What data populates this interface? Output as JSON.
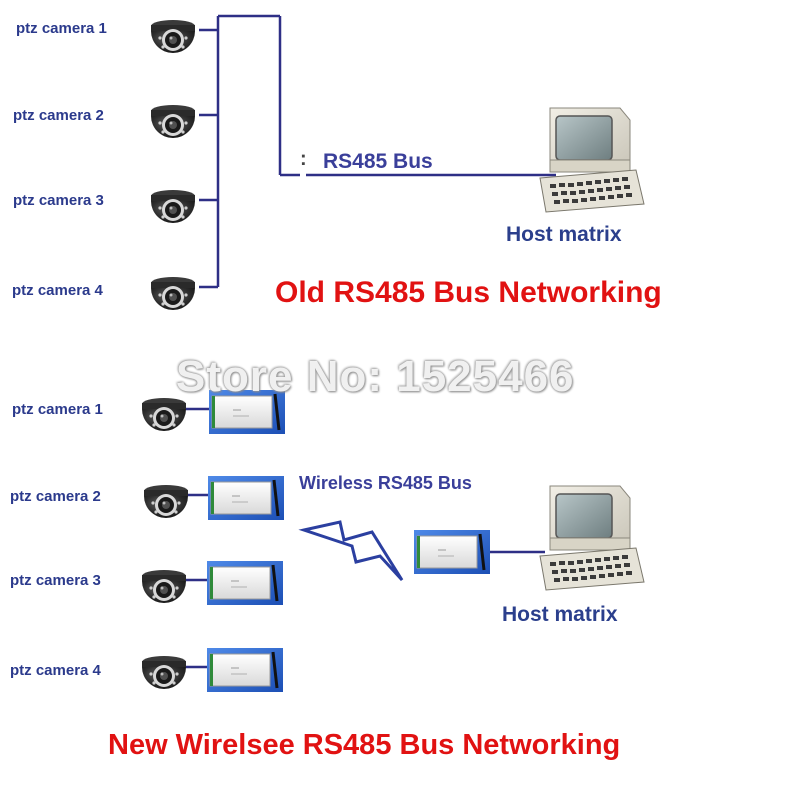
{
  "old_network": {
    "title": "Old RS485 Bus Networking",
    "bus_label": "RS485 Bus",
    "bus_marker": ":",
    "host_label": "Host matrix",
    "cameras": [
      "ptz camera 1",
      "ptz camera 2",
      "ptz camera 3",
      "ptz camera 4"
    ]
  },
  "watermark": "Store No: 1525466",
  "new_network": {
    "title": "New Wirelsee RS485 Bus Networking",
    "bus_label": "Wireless RS485 Bus",
    "host_label": "Host matrix",
    "cameras": [
      "ptz camera 1",
      "ptz camera 2",
      "ptz camera 3",
      "ptz camera 4"
    ]
  },
  "colors": {
    "camera_label": "#2b3a8c",
    "bus_line": "#2e2f86",
    "title_red": "#e11212",
    "lightning": "#2b3fa0",
    "module_blue": "#1f5fd1"
  }
}
